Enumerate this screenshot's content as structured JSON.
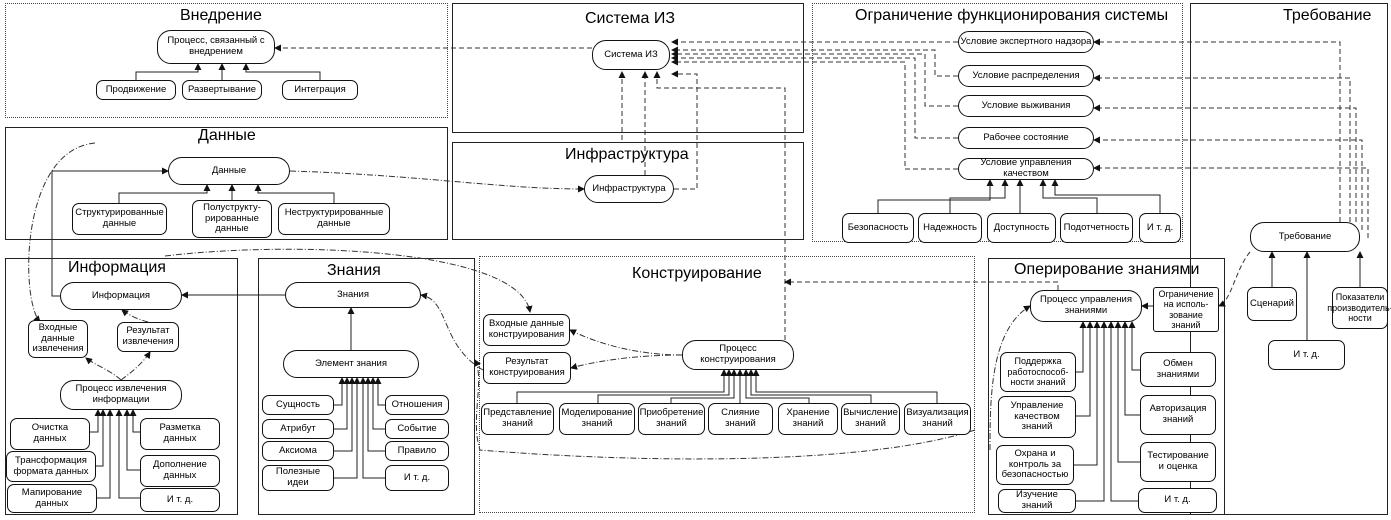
{
  "panels": {
    "deployment": {
      "title": "Внедрение",
      "nodes": [
        "Процесс, связанный с внедрением",
        "Продвижение",
        "Развертывание",
        "Интеграция"
      ]
    },
    "system": {
      "title": "Система ИЗ",
      "nodes": [
        "Система ИЗ"
      ]
    },
    "constraint": {
      "title": "Ограничение функционирования системы",
      "nodes": [
        "Условие экспертного надзора",
        "Условие распределения",
        "Условие выживания",
        "Рабочее состояние",
        "Условие управления качеством",
        "Безопасность",
        "Надежность",
        "Доступность",
        "Подотчетность",
        "И т. д."
      ]
    },
    "requirement": {
      "title": "Требование",
      "nodes": [
        "Требование",
        "Сценарий",
        "Показатели\nпроизводитель-\nности",
        "И т. д."
      ]
    },
    "data": {
      "title": "Данные",
      "nodes": [
        "Данные",
        "Структурированные\nданные",
        "Полуструкту-\nрированные\nданные",
        "Неструктурированные\nданные"
      ]
    },
    "infrastructure": {
      "title": "Инфраструктура",
      "nodes": [
        "Инфраструктура"
      ]
    },
    "information": {
      "title": "Информация",
      "nodes": [
        "Информация",
        "Входные\nданные\nизвлечения",
        "Результат\nизвлечения",
        "Процесс извлечения\nинформации",
        "Очистка\nданных",
        "Трансформация\nформата данных",
        "Мапирование\nданных",
        "Разметка\nданных",
        "Дополнение\nданных",
        "И т. д."
      ]
    },
    "knowledge": {
      "title": "Знания",
      "nodes": [
        "Знания",
        "Элемент знания",
        "Сущность",
        "Атрибут",
        "Аксиома",
        "Полезные\nидеи",
        "Отношения",
        "Событие",
        "Правило",
        "И т. д."
      ]
    },
    "construction": {
      "title": "Конструирование",
      "nodes": [
        "Входные данные\nконструирования",
        "Результат\nконструирования",
        "Процесс\nконструирования",
        "Представление\nзнаний",
        "Моделирование\nзнаний",
        "Приобретение\nзнаний",
        "Слияние\nзнаний",
        "Хранение\nзнаний",
        "Вычисление\nзнаний",
        "Визуализация\nзнаний"
      ]
    },
    "operation": {
      "title": "Оперирование знаниями",
      "nodes": [
        "Процесс управления\nзнаниями",
        "Ограничение\nна исполь-\nзование\nзнаний",
        "Поддержка\nработоспособ-\nности знаний",
        "Управление\nкачеством\nзнаний",
        "Охрана и\nконтроль за\nбезопасностью",
        "Изучение\nзнаний",
        "Обмен\nзнаниями",
        "Авторизация\nзнаний",
        "Тестирование\nи оценка",
        "И т. д."
      ]
    }
  }
}
